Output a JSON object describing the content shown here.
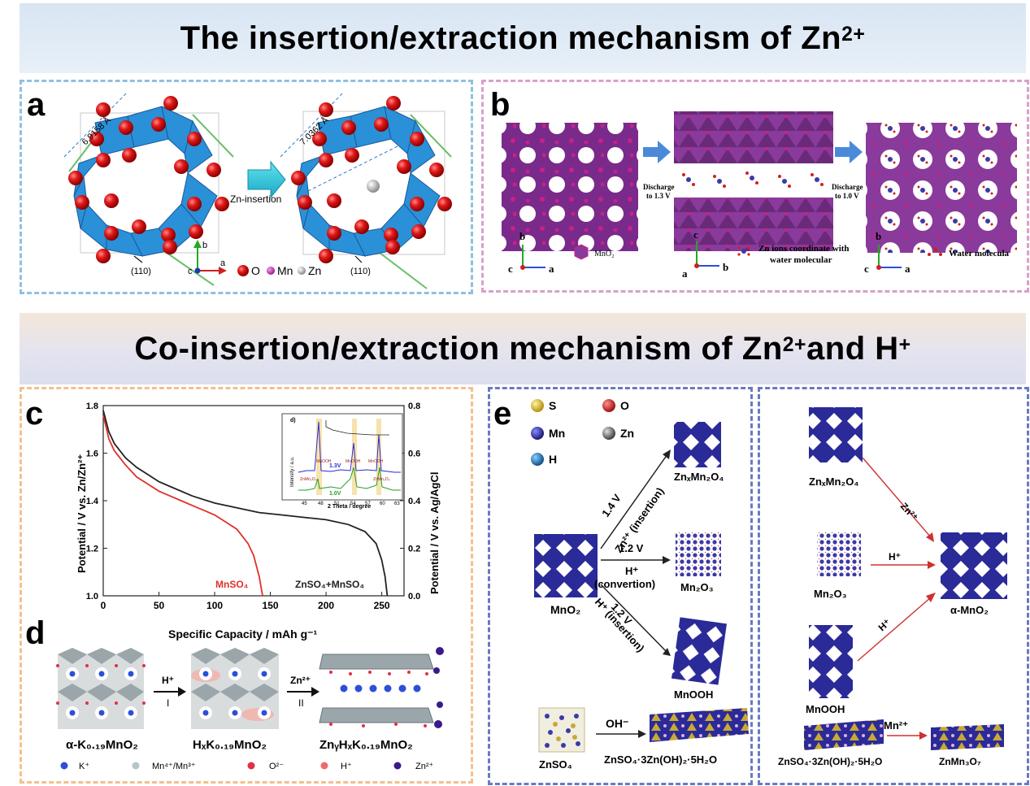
{
  "banner_top": {
    "title": "The insertion/extraction mechanism of Zn",
    "sup": "2+"
  },
  "banner_bottom": {
    "title": "Co-insertion/extraction mechanism of Zn",
    "sup1": "2+",
    "and": " and H",
    "sup2": "+"
  },
  "panel_a": {
    "label": "a",
    "lattice_left": "6.9158 Å",
    "lattice_right": "7.0362 Å",
    "arrow_label": "Zn-insertion",
    "plane_left": "(110)",
    "plane_right": "(110)",
    "axes": {
      "b": "b",
      "c": "c",
      "a": "a"
    },
    "legend": [
      {
        "label": "O",
        "color": "#d61e1e"
      },
      {
        "label": "Mn",
        "color": "#c03cc0"
      },
      {
        "label": "Zn",
        "color": "#bdbdbd"
      }
    ]
  },
  "panel_b": {
    "label": "b",
    "step1": [
      "Discharge",
      "to 1.3 V"
    ],
    "step2": [
      "Discharge",
      "to 1.0 V"
    ],
    "legend_mno2": "MnO₂",
    "legend_zn": [
      "Zn ions coordinate with",
      "water molecular"
    ],
    "legend_water": "Water molecula",
    "axes_left": {
      "b": "b",
      "c": "c",
      "a": "a"
    },
    "axes_mid": {
      "c": "c",
      "a": "a",
      "b": "b"
    },
    "axes_right": {
      "b": "b",
      "c": "c",
      "a": "a"
    }
  },
  "panel_c": {
    "label": "c",
    "ylabel_left": "Potential  / V vs. Zn/Zn²⁺",
    "ylabel_right": "Potential  / V vs. Ag/AgCl",
    "xlabel": "Specific Capacity / mAh g⁻¹",
    "curve_labels": {
      "red": "MnSO₄",
      "black": "ZnSO₄+MnSO₄"
    },
    "inset": {
      "label": "d)",
      "ylabel": "Intensity / a.u.",
      "xlabel": "2 Theta / degree",
      "xticks": [
        "45",
        "48",
        "51",
        "54",
        "57",
        "60",
        "63"
      ],
      "trace_labels": [
        "1.3V",
        "1.0V"
      ],
      "phase_labels": [
        "ZnMn₂O₄",
        "MnOOH",
        "MnOOH",
        "MnOOH",
        "ZnMn₂O₄"
      ]
    }
  },
  "chart_data": {
    "type": "line",
    "xlabel": "Specific Capacity / mAh g⁻¹",
    "ylabel": "Potential  / V vs. Zn/Zn²⁺",
    "y2label": "Potential  / V vs. Ag/AgCl",
    "xlim": [
      0,
      270
    ],
    "ylim": [
      1.0,
      1.8
    ],
    "y2lim": [
      0.0,
      0.8
    ],
    "xticks": [
      0,
      50,
      100,
      150,
      200,
      250
    ],
    "yticks": [
      1.0,
      1.2,
      1.4,
      1.6,
      1.8
    ],
    "y2ticks": [
      0.0,
      0.2,
      0.4,
      0.6,
      0.8
    ],
    "series": [
      {
        "name": "MnSO₄",
        "color": "#e0302a",
        "x": [
          0,
          5,
          10,
          20,
          30,
          40,
          50,
          60,
          70,
          80,
          90,
          100,
          110,
          120,
          130,
          135,
          140,
          143
        ],
        "y": [
          1.76,
          1.66,
          1.61,
          1.55,
          1.5,
          1.47,
          1.44,
          1.42,
          1.4,
          1.38,
          1.36,
          1.34,
          1.31,
          1.28,
          1.22,
          1.17,
          1.08,
          1.0
        ]
      },
      {
        "name": "ZnSO₄+MnSO₄",
        "color": "#222222",
        "x": [
          0,
          5,
          10,
          20,
          30,
          40,
          50,
          60,
          80,
          100,
          120,
          140,
          160,
          180,
          200,
          220,
          235,
          245,
          250,
          253,
          255
        ],
        "y": [
          1.78,
          1.69,
          1.64,
          1.58,
          1.54,
          1.51,
          1.48,
          1.46,
          1.42,
          1.39,
          1.37,
          1.35,
          1.34,
          1.33,
          1.32,
          1.3,
          1.27,
          1.22,
          1.15,
          1.08,
          1.0
        ]
      }
    ]
  },
  "panel_d": {
    "label": "d",
    "step1": {
      "ion": "H⁺",
      "roman": "I"
    },
    "step2": {
      "ion": "Zn²⁺",
      "roman": "II"
    },
    "names": [
      "α-K₀.₁₉MnO₂",
      "HₓK₀.₁₉MnO₂",
      "ZnᵧHₓK₀.₁₉MnO₂"
    ],
    "legend": [
      {
        "label": "K⁺",
        "color": "#2d4fd8"
      },
      {
        "label": "Mn⁴⁺/Mn³⁺",
        "color": "#b8c4c8"
      },
      {
        "label": "O²⁻",
        "color": "#e0304a"
      },
      {
        "label": "H⁺",
        "color": "#f06a6a"
      },
      {
        "label": "Zn²⁺",
        "color": "#3a1a8a"
      }
    ]
  },
  "panel_e": {
    "label": "e",
    "legend": [
      {
        "label": "S",
        "color": "#e0c020"
      },
      {
        "label": "O",
        "color": "#d62020"
      },
      {
        "label": "Mn",
        "color": "#3a3aa8"
      },
      {
        "label": "Zn",
        "color": "#707070"
      },
      {
        "label": "H",
        "color": "#2a6aa8"
      }
    ],
    "center": "MnO₂",
    "path_top": {
      "voltage": "1.4 V",
      "process": "Zn²⁺ (insertion)",
      "product": "ZnₓMn₂O₄"
    },
    "path_mid": {
      "voltage": "1.2 V",
      "ion": "H⁺",
      "process": "(convertion)",
      "product": "Mn₂O₃"
    },
    "path_bot": {
      "voltage": "1.2 V",
      "process": "H⁺ (insertion)",
      "product": "MnOOH"
    },
    "bottom": {
      "reactant": "ZnSO₄",
      "reagent": "OH⁻",
      "product": "ZnSO₄·3Zn(OH)₂·5H₂O"
    },
    "right": {
      "inputs": [
        "ZnₓMn₂O₄",
        "Mn₂O₃",
        "MnOOH"
      ],
      "ions": [
        "Zn²⁺",
        "H⁺",
        "H⁺"
      ],
      "product": "α-MnO₂",
      "bottom_reactant": "ZnSO₄·3Zn(OH)₂·5H₂O",
      "bottom_ion": "Mn²⁺",
      "bottom_product": "ZnMn₃O₇"
    }
  }
}
